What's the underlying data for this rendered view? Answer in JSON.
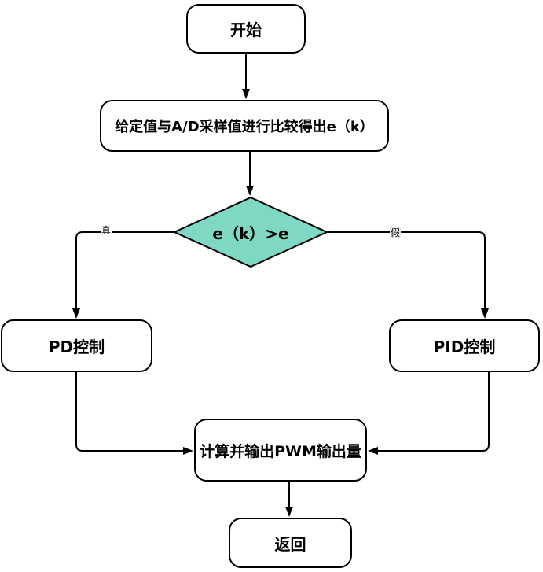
{
  "colors": {
    "decision_fill": "#7ED8C3",
    "line": "#000000",
    "node_fill": "#ffffff",
    "node_border": "#000000",
    "canvas_bg": "#ffffff"
  },
  "nodes": {
    "start": {
      "label": "开始"
    },
    "compare": {
      "label": "给定值与A/D采样值进行比较得出e（k）"
    },
    "decision": {
      "label": "e（k）>e"
    },
    "pd": {
      "label": "PD控制"
    },
    "pid": {
      "label": "PID控制"
    },
    "pwm": {
      "label": "计算并输出PWM输出量"
    },
    "return": {
      "label": "返回"
    }
  },
  "edge_labels": {
    "true_branch": "真",
    "false_branch": "假"
  }
}
